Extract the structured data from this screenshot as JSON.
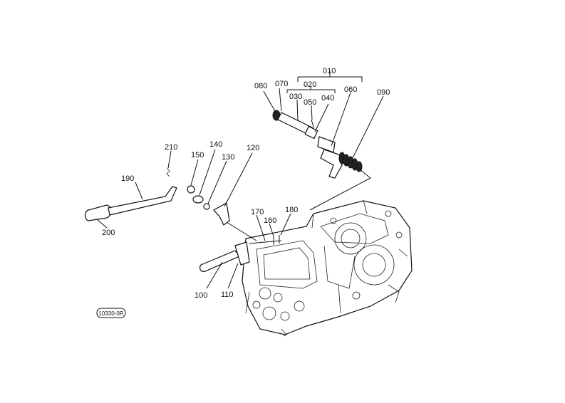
{
  "diagram": {
    "reference_code": "10330-0R",
    "callouts": [
      {
        "id": "010",
        "label": "010"
      },
      {
        "id": "020",
        "label": "020"
      },
      {
        "id": "030",
        "label": "030"
      },
      {
        "id": "040",
        "label": "040"
      },
      {
        "id": "050",
        "label": "050"
      },
      {
        "id": "060",
        "label": "060"
      },
      {
        "id": "070",
        "label": "070"
      },
      {
        "id": "080",
        "label": "080"
      },
      {
        "id": "090",
        "label": "090"
      },
      {
        "id": "100",
        "label": "100"
      },
      {
        "id": "110",
        "label": "110"
      },
      {
        "id": "120",
        "label": "120"
      },
      {
        "id": "130",
        "label": "130"
      },
      {
        "id": "140",
        "label": "140"
      },
      {
        "id": "150",
        "label": "150"
      },
      {
        "id": "160",
        "label": "160"
      },
      {
        "id": "170",
        "label": "170"
      },
      {
        "id": "180",
        "label": "180"
      },
      {
        "id": "190",
        "label": "190"
      },
      {
        "id": "200",
        "label": "200"
      },
      {
        "id": "210",
        "label": "210"
      }
    ]
  }
}
